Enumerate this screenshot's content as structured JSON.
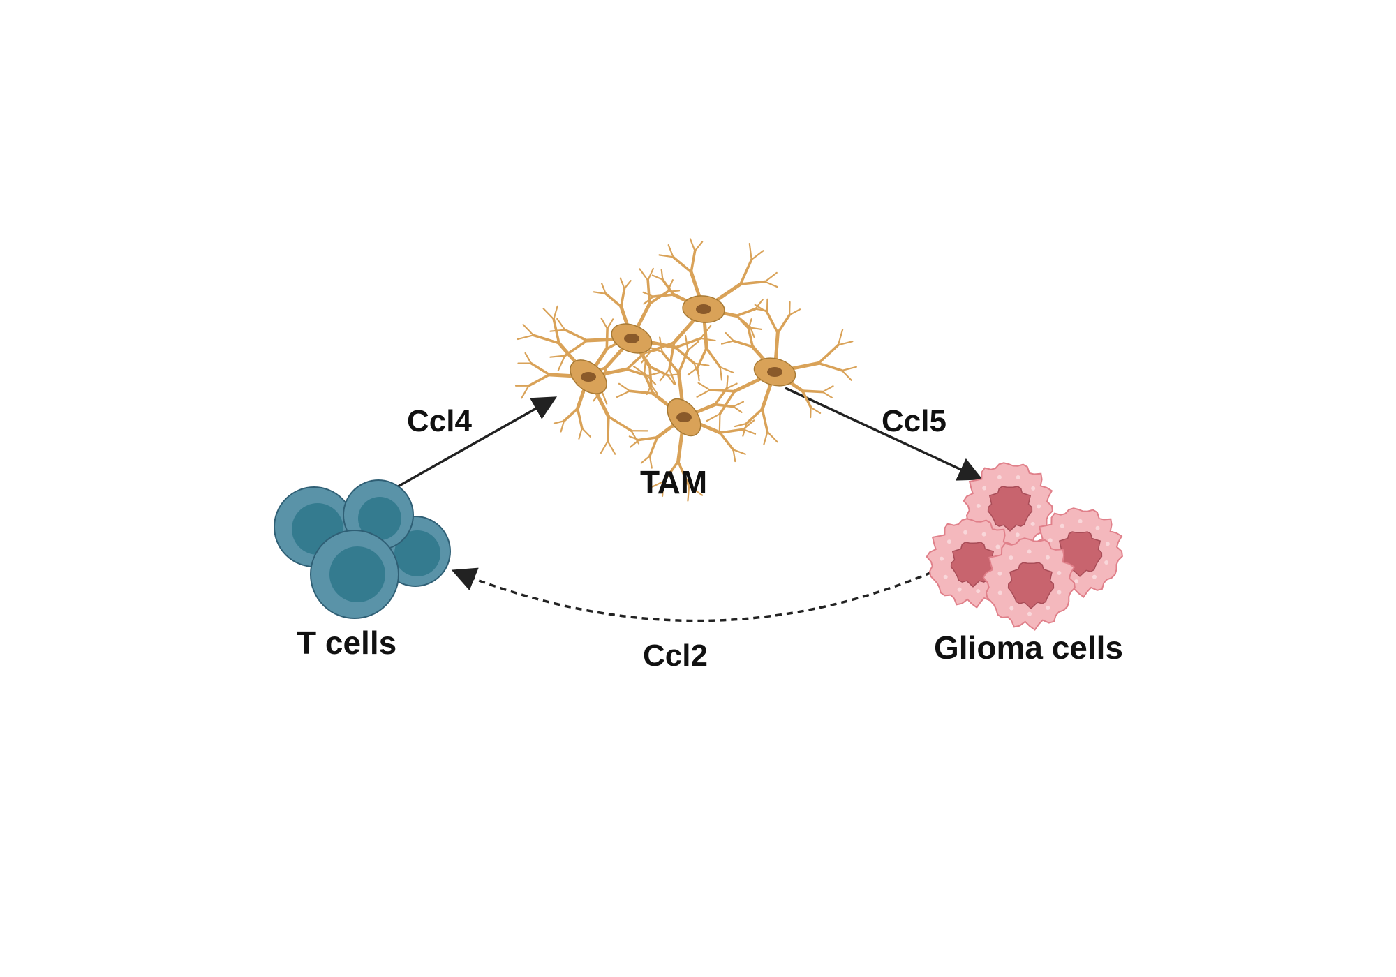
{
  "nodes": {
    "tam": {
      "label": "TAM"
    },
    "t_cells": {
      "label": "T cells"
    },
    "glioma": {
      "label": "Glioma cells"
    }
  },
  "edges": {
    "t_to_tam": {
      "label": "Ccl4",
      "style": "solid"
    },
    "tam_to_glioma": {
      "label": "Ccl5",
      "style": "solid"
    },
    "glioma_to_t": {
      "label": "Ccl2",
      "style": "dashed"
    }
  },
  "colors": {
    "t_cell_fill": "#5a93a8",
    "t_cell_nucleus": "#347b8f",
    "t_cell_stroke": "#2f5f75",
    "tam_body": "#d9a258",
    "tam_stroke": "#a87a34",
    "tam_nucleus": "#8a5a2a",
    "glioma_fill": "#f4b8bd",
    "glioma_nucleus": "#c8646e",
    "glioma_stroke": "#e0808a",
    "arrow": "#222222"
  },
  "icons": {
    "tam": "microglia-cluster-icon",
    "t_cells": "t-cell-cluster-icon",
    "glioma": "tumor-cell-cluster-icon"
  }
}
